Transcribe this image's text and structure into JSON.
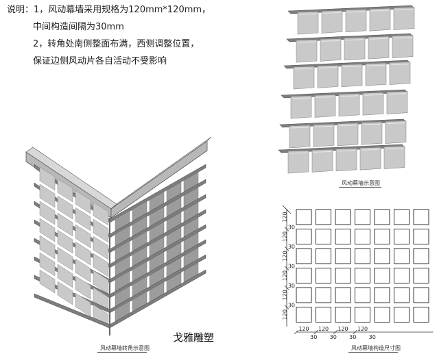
{
  "notes": {
    "line1": "说明：1，风动幕墙采用规格为120mm*120mm，",
    "line2": "中间构造间隔为30mm",
    "line3": "2，转角处南侧整面布满，西侧调整位置，",
    "line4": "保证边侧风动片各自活动不受影响"
  },
  "captions": {
    "top_right": "风动幕墙示意图",
    "bottom_left": "风动幕墙转角示意图",
    "bottom_right": "风动幕墙构造尺寸图"
  },
  "dimensions": {
    "panel": "120",
    "gap": "30"
  },
  "watermark": "戈雅雕塑",
  "colors": {
    "panel": "#c9c9c9",
    "panel_dark": "#9c9c9c",
    "beam": "#7d7d7d",
    "line": "#333333"
  }
}
